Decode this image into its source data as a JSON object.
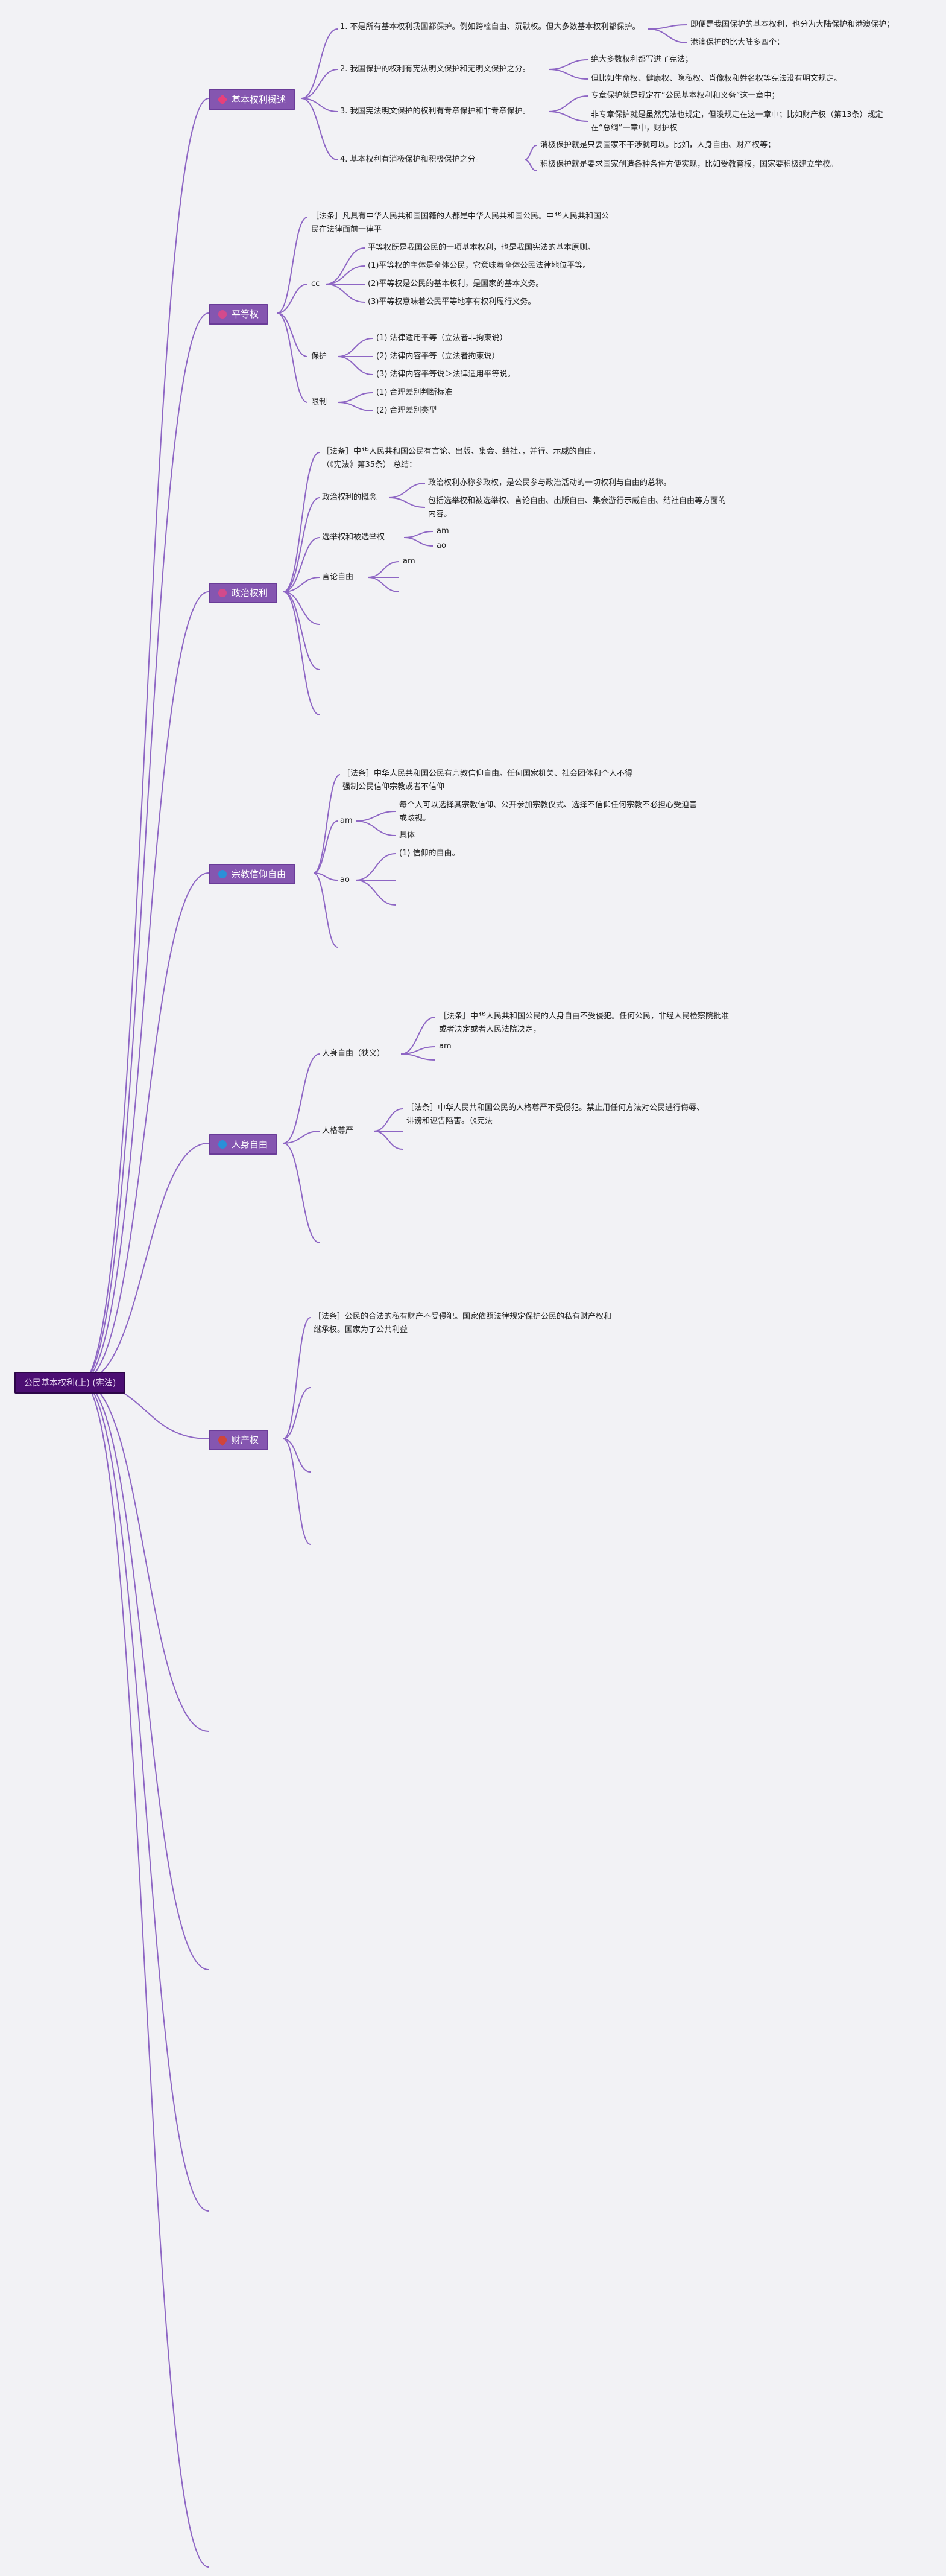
{
  "root": {
    "label": "公民基本权利(上)  (宪法)"
  },
  "branches": [
    {
      "label": "基本权利概述",
      "icon": "heart-icon",
      "items": [
        "1. 不是所有基本权利我国都保护。例如跨栓自由、沉默权。但大多数基本权利都保护。",
        "2. 我国保护的权利有宪法明文保护和无明文保护之分。",
        "3. 我国宪法明文保护的权利有专章保护和非专章保护。",
        "4. 基本权利有消极保护和积极保护之分。"
      ],
      "details": [
        "即便是我国保护的基本权利，也分为大陆保护和港澳保护；",
        "港澳保护的比大陆多四个：",
        "绝大多数权利都写进了宪法；",
        "但比如生命权、健康权、隐私权、肖像权和姓名权等宪法没有明文规定。",
        "专章保护就是规定在“公民基本权利和义务”这一章中；",
        "非专章保护就是虽然宪法也规定，但没规定在这一章中；比如财产权（第13条）规定在“总纲”一章中，财护权",
        "消极保护就是只要国家不干涉就可以。比如，人身自由、财产权等；",
        "积极保护就是要求国家创造各种条件方便实现，比如受教育权，国家要积极建立学校。"
      ]
    },
    {
      "label": "平等权",
      "icon": "scale-icon",
      "law": "［法条］凡具有中华人民共和国国籍的人都是中华人民共和国公民。中华人民共和国公民在法律面前一律平",
      "cc_label": "cc",
      "cc_items": [
        "平等权既是我国公民的一项基本权利，也是我国宪法的基本原则。",
        "(1)平等权的主体是全体公民，它意味着全体公民法律地位平等。",
        "(2)平等权是公民的基本权利，是国家的基本义务。",
        "(3)平等权意味着公民平等地享有权利履行义务。"
      ],
      "protect_label": "保护",
      "protect_items": [
        "(1) 法律适用平等（立法者非拘束说）",
        "(2) 法律内容平等（立法者拘束说）",
        "(3) 法律内容平等说＞法律适用平等说。"
      ],
      "limit_label": "限制",
      "limit_items": [
        "(1) 合理差别判断标准",
        "(2) 合理差别类型"
      ]
    },
    {
      "label": "政治权利",
      "icon": "scale-icon",
      "law": "［法条］中华人民共和国公民有言论、出版、集会、结社、，并行、示威的自由。（《宪法》第35条） 总结：",
      "concept_label": "政治权利的概念",
      "concept_items": [
        "政治权利亦称参政权，是公民参与政治活动的一切权利与自由的总称。",
        "包括选举权和被选举权、言论自由、出版自由、集会游行示威自由、结社自由等方面的内容。"
      ],
      "vote_label": "选举权和被选举权",
      "vote_items": [
        "am",
        "ao"
      ],
      "speech_label": "言论自由",
      "speech_items": [
        "am"
      ]
    },
    {
      "label": "宗教信仰自由",
      "icon": "globe-icon",
      "law": "［法条］中华人民共和国公民有宗教信仰自由。任何国家机关、社会团体和个人不得强制公民信仰宗教或者不信仰",
      "am_label": "am",
      "am_items": [
        "每个人可以选择其宗教信仰、公开参加宗教仪式、选择不信仰任何宗教不必担心受迫害或歧视。",
        "具体"
      ],
      "ao_label": "ao",
      "ao_items": [
        "(1) 信仰的自由。"
      ]
    },
    {
      "label": "人身自由",
      "icon": "globe-icon",
      "sub1_label": "人身自由（狭义）",
      "sub1_items": [
        "［法条］中华人民共和国公民的人身自由不受侵犯。任何公民，非经人民检察院批准或者决定或者人民法院决定，",
        "am"
      ],
      "sub2_label": "人格尊严",
      "sub2_items": [
        "［法条］中华人民共和国公民的人格尊严不受侵犯。禁止用任何方法对公民进行侮辱、诽谤和诬告陷害。（《宪法"
      ]
    },
    {
      "label": "财产权",
      "icon": "pin-icon",
      "law": "［法条］公民的合法的私有财产不受侵犯。国家依照法律规定保护公民的私有财产权和继承权。国家为了公共利益"
    }
  ]
}
